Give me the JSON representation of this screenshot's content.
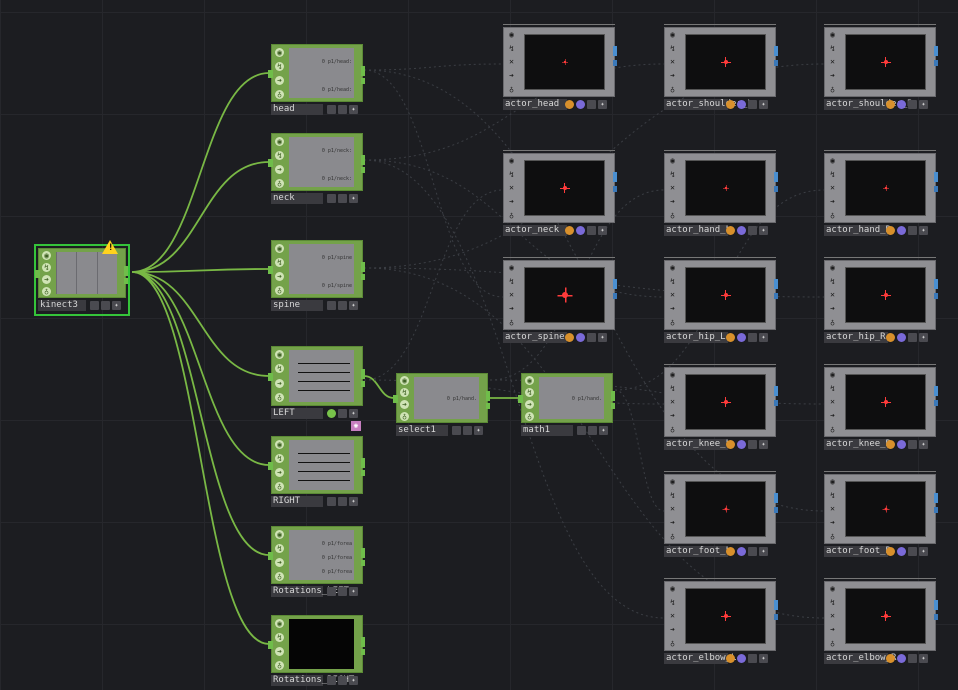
{
  "accent": "#74a24a",
  "wire_color": "#79b845",
  "warning_color": "#ffd21e",
  "chop_nodes": [
    {
      "id": "kinect3",
      "label": "kinect3",
      "channels": [],
      "warning": true,
      "selected": true
    },
    {
      "id": "head",
      "label": "head",
      "channels": [
        "0 p1/head:",
        "0 p1/head:"
      ]
    },
    {
      "id": "neck",
      "label": "neck",
      "channels": [
        "0 p1/neck:",
        "0 p1/neck:"
      ]
    },
    {
      "id": "spine",
      "label": "spine",
      "channels": [
        "0 p1/spine",
        "0 p1/spine"
      ]
    },
    {
      "id": "left",
      "label": "LEFT",
      "channels": []
    },
    {
      "id": "right",
      "label": "RIGHT",
      "channels": []
    },
    {
      "id": "rotleft",
      "label": "Rotations_LEFT",
      "channels": [
        "0 p1/forea",
        "0 p1/forea",
        "0 p1/forea"
      ]
    },
    {
      "id": "rotright",
      "label": "Rotations_RIGHT",
      "channels": []
    },
    {
      "id": "select1",
      "label": "select1",
      "channels": [
        "0 p1/hand."
      ]
    },
    {
      "id": "math1",
      "label": "math1",
      "channels": [
        "0 p1/hand."
      ]
    }
  ],
  "top_nodes": [
    {
      "id": "actor_head",
      "label": "actor_head"
    },
    {
      "id": "actor_shoulder_l",
      "label": "actor_shoulder_L"
    },
    {
      "id": "actor_shoulder_r",
      "label": "actor_shoulder_R"
    },
    {
      "id": "actor_neck",
      "label": "actor_neck"
    },
    {
      "id": "actor_hand_l",
      "label": "actor_hand_L"
    },
    {
      "id": "actor_hand_r",
      "label": "actor_hand_R"
    },
    {
      "id": "actor_spine",
      "label": "actor_spine"
    },
    {
      "id": "actor_hip_l",
      "label": "actor_hip_L"
    },
    {
      "id": "actor_hip_r",
      "label": "actor_hip_R"
    },
    {
      "id": "actor_knee_l",
      "label": "actor_knee_L"
    },
    {
      "id": "actor_knee_r",
      "label": "actor_knee_R"
    },
    {
      "id": "actor_foot_l",
      "label": "actor_foot_L"
    },
    {
      "id": "actor_foot_r",
      "label": "actor_foot_R"
    },
    {
      "id": "actor_elbow_l",
      "label": "actor_elbow_L"
    },
    {
      "id": "actor_elbow_r",
      "label": "actor_elbow_R"
    }
  ],
  "icons": {
    "warning": "warning-icon",
    "chop_flags": "viewer-flag-icon",
    "top_flags": "display-flag-icon"
  }
}
